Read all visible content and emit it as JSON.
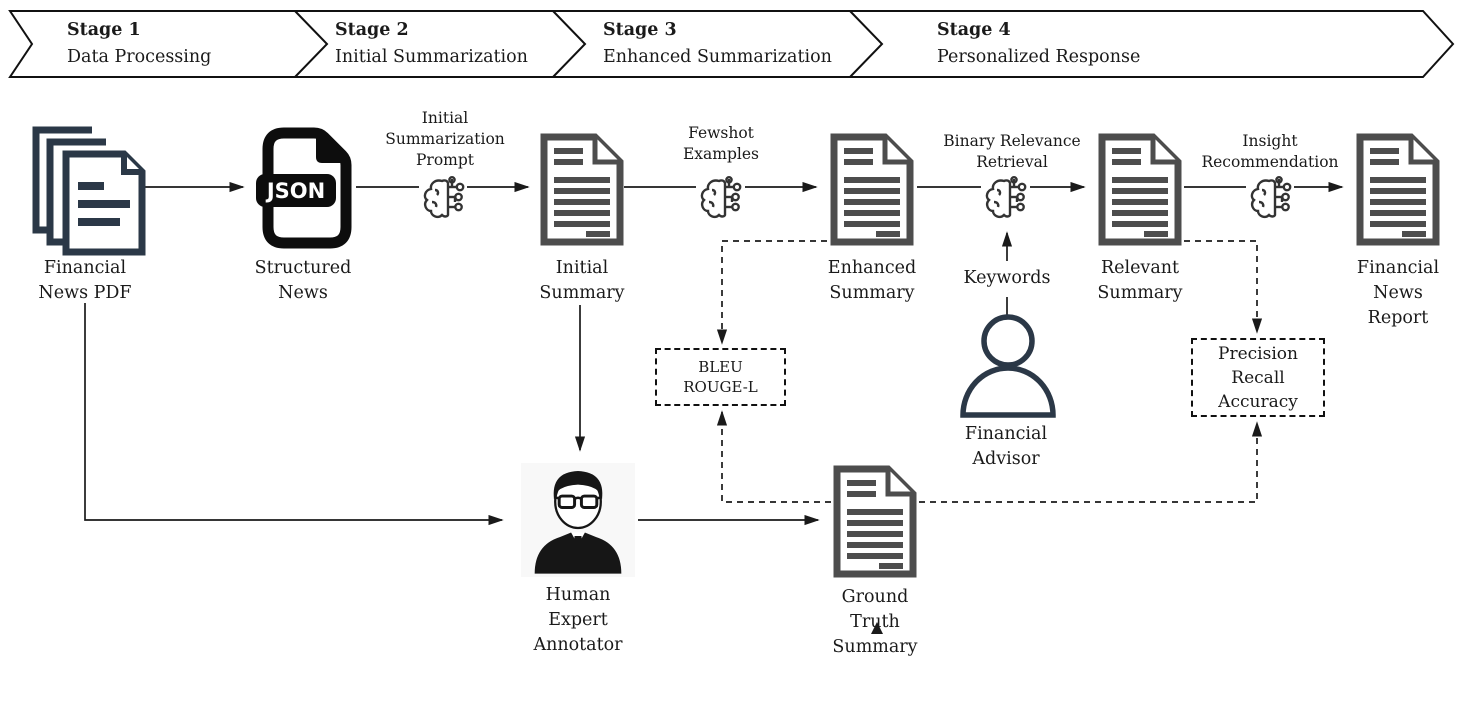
{
  "stages": [
    {
      "title": "Stage 1",
      "subtitle": "Data Processing"
    },
    {
      "title": "Stage 2",
      "subtitle": "Initial Summarization"
    },
    {
      "title": "Stage 3",
      "subtitle": "Enhanced Summarization"
    },
    {
      "title": "Stage 4",
      "subtitle": "Personalized Response"
    }
  ],
  "nodes": {
    "financial_news_pdf": "Financial\nNews PDF",
    "structured_news": "Structured\nNews",
    "initial_summary": "Initial\nSummary",
    "enhanced_summary": "Enhanced\nSummary",
    "relevant_summary": "Relevant\nSummary",
    "financial_news_report": "Financial\nNews Report",
    "ground_truth_summary": "Ground\nTruth\nSummary",
    "human_expert_annotator": "Human\nExpert\nAnnotator",
    "financial_advisor": "Financial\nAdvisor"
  },
  "process_labels": {
    "initial_summarization_prompt": "Initial\nSummarization\nPrompt",
    "fewshot_examples": "Fewshot\nExamples",
    "binary_relevance_retrieval": "Binary Relevance\nRetrieval",
    "insight_recommendation": "Insight\nRecommendation",
    "keywords": "Keywords"
  },
  "metric_boxes": {
    "bleu_rouge": "BLEU\nROUGE-L",
    "precision_recall_accuracy": "Precision\nRecall\nAccuracy"
  },
  "icons": {
    "json_badge": "JSON"
  },
  "colors": {
    "line": "#1a1a1a",
    "document_gray": "#4d4d4d",
    "dark_navy": "#2b3847",
    "icon_black": "#111111",
    "background": "#ffffff"
  }
}
